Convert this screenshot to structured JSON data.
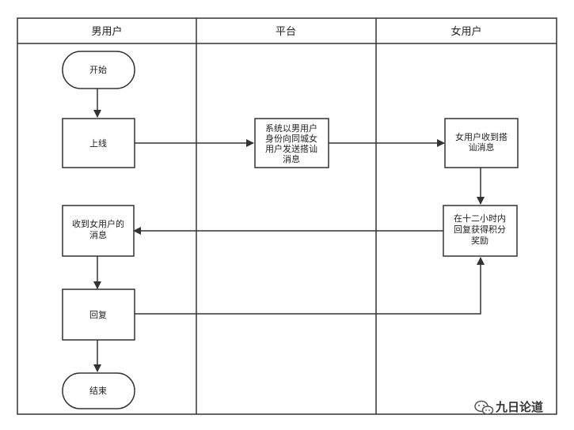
{
  "lanes": [
    {
      "label": "男用户"
    },
    {
      "label": "平台"
    },
    {
      "label": "女用户"
    }
  ],
  "nodes": {
    "start": {
      "label": "开始"
    },
    "online": {
      "label": "上线"
    },
    "platform_send": {
      "lines": [
        "系统以男用户",
        "身份向同城女",
        "用户发送搭讪",
        "消息"
      ]
    },
    "female_receive": {
      "lines": [
        "女用户收到搭",
        "讪消息"
      ]
    },
    "reply_reward": {
      "lines": [
        "在十二小时内",
        "回复获得积分",
        "奖励"
      ]
    },
    "male_receive": {
      "lines": [
        "收到女用户的",
        "消息"
      ]
    },
    "reply": {
      "label": "回复"
    },
    "end": {
      "label": "结束"
    }
  },
  "watermark": {
    "label": "九日论道"
  },
  "colors": {
    "stroke": "#333333",
    "text": "#222222",
    "background": "#ffffff"
  }
}
